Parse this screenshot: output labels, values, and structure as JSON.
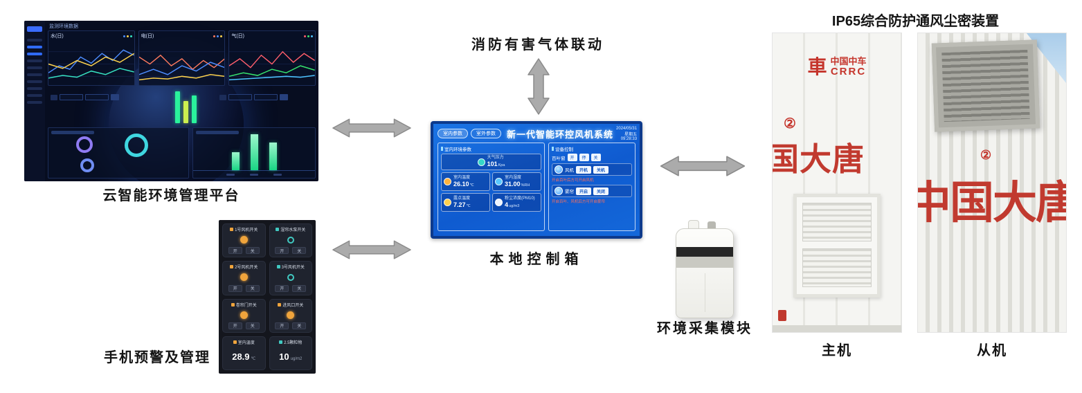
{
  "diagram": {
    "fire_linkage_label": "消防有害气体联动",
    "cloud_platform_label": "云智能环境管理平台",
    "mobile_label": "手机预警及管理",
    "local_box_label": "本地控制箱",
    "env_module_label": "环境采集模块",
    "ip65_title": "IP65综合防护通风尘密装置",
    "master_label": "主机",
    "slave_label": "从机"
  },
  "dashboard": {
    "header": "监测环境数据",
    "panels": [
      {
        "title": "水(日)"
      },
      {
        "title": "电(日)"
      },
      {
        "title": "气(日)"
      }
    ]
  },
  "phone": {
    "tiles": [
      {
        "title": "1号风机开关",
        "btn_on": "开",
        "btn_off": "关"
      },
      {
        "title": "湿帘水泵开关",
        "btn_on": "开",
        "btn_off": "关"
      },
      {
        "title": "2号风机开关",
        "btn_on": "开",
        "btn_off": "关"
      },
      {
        "title": "3号风机开关",
        "btn_on": "开",
        "btn_off": "关"
      },
      {
        "title": "卷帘门开关",
        "btn_on": "开",
        "btn_off": "关"
      },
      {
        "title": "进风口开关",
        "btn_on": "开",
        "btn_off": "关"
      },
      {
        "title": "室内温度",
        "value": "28.9",
        "unit": "℃"
      },
      {
        "title": "2.5颗粒物",
        "value": "10",
        "unit": "ug/m2"
      }
    ]
  },
  "control_screen": {
    "title": "新一代智能环控风机系统",
    "btn_indoor": "室内参数",
    "btn_outdoor": "室外参数",
    "datetime": "2024/05/31 星期五 09:28:33",
    "left_panel_title": "室内环境参数",
    "metrics": [
      {
        "label": "大气压力",
        "value": "101",
        "unit": "Kpa"
      },
      {
        "label": "室内温度",
        "value": "26.10",
        "unit": "℃"
      },
      {
        "label": "室内湿度",
        "value": "31.00",
        "unit": "%RH"
      },
      {
        "label": "露点温度",
        "value": "7.27",
        "unit": "℃"
      },
      {
        "label": "粉尘浓度(PM10)",
        "value": "4",
        "unit": "ug/m3"
      }
    ],
    "right_panel_title": "设备控制",
    "louver": {
      "label": "百叶窗",
      "buttons": [
        "开",
        "停",
        "关"
      ]
    },
    "fan": {
      "label": "风机",
      "btn_on": "开机",
      "btn_off": "关机",
      "note": "开启百叶后方可开启风机"
    },
    "mist": {
      "label": "雾帘",
      "btn_on": "开启",
      "btn_off": "关闭",
      "note": "开启百叶、风机后方可开启雾帘"
    }
  },
  "photos": {
    "master": {
      "logo_cn": "中国中车",
      "logo_en": "CRRC",
      "mark": "②",
      "brand": "国大唐"
    },
    "slave": {
      "mark": "②",
      "brand": "中国大唐"
    }
  },
  "colors": {
    "screen_blue": "#1566db",
    "arrow_gray": "#ababab",
    "brand_red": "#c13a2f",
    "dashboard_bg": "#070d20",
    "accent_green": "#2af29c"
  }
}
